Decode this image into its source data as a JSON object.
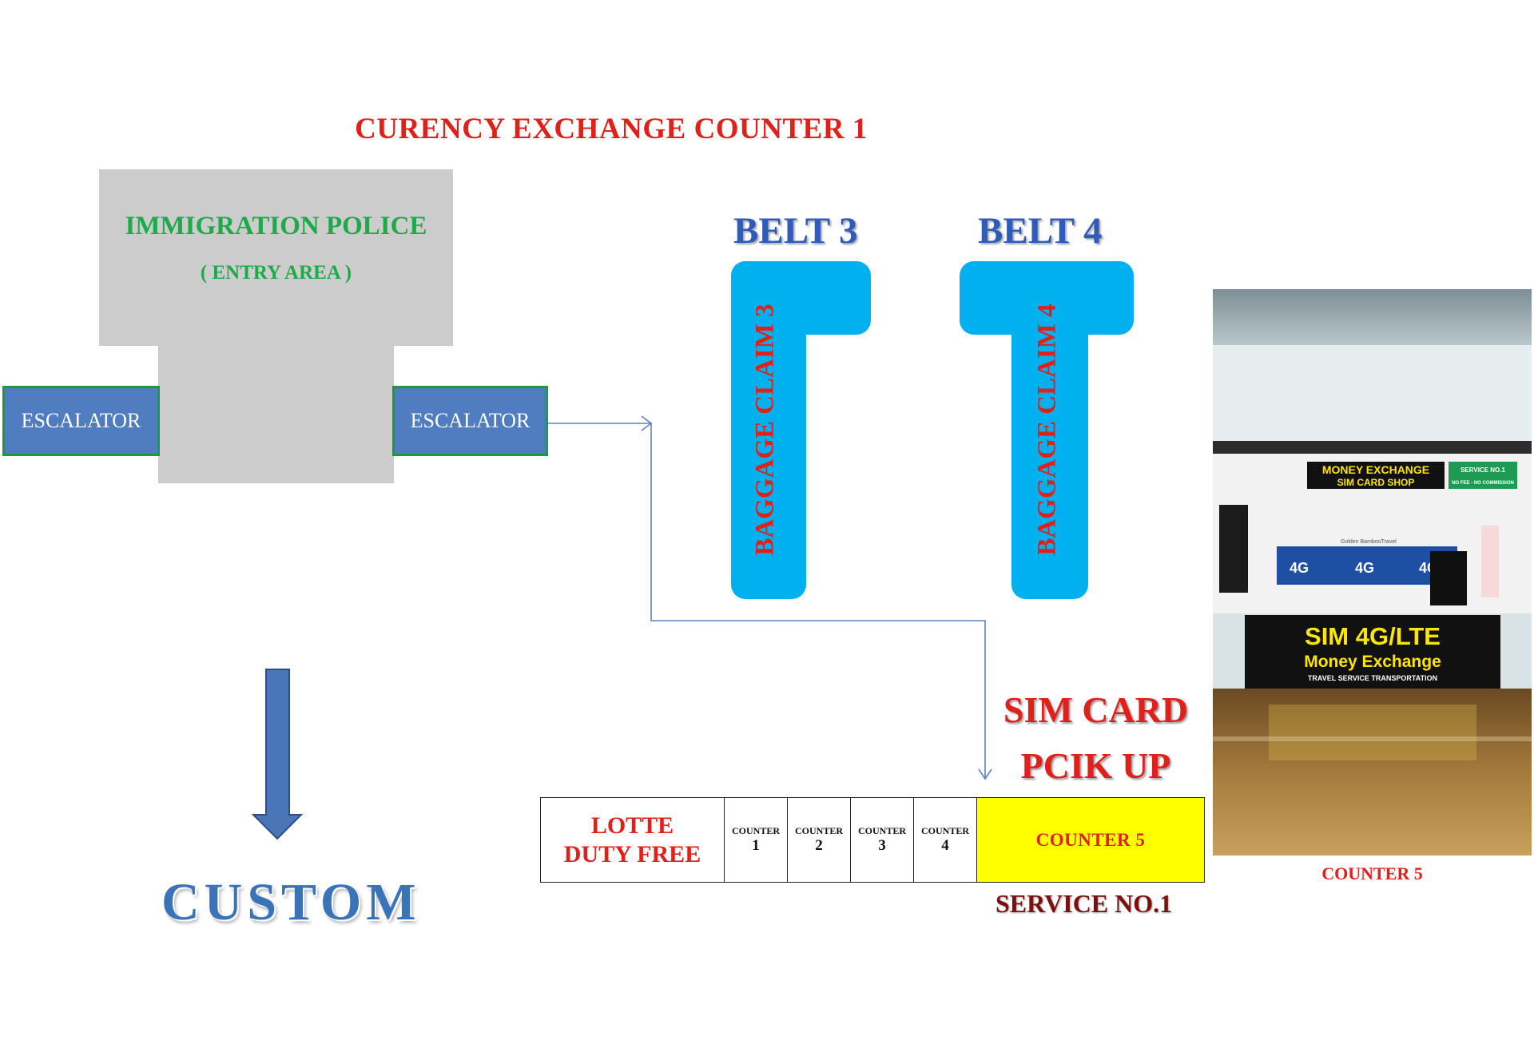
{
  "title": "CURENCY EXCHANGE COUNTER 1",
  "immigration": {
    "title": "IMMIGRATION POLICE",
    "subtitle": "( ENTRY AREA )"
  },
  "escalators": {
    "left": "ESCALATOR",
    "right": "ESCALATOR"
  },
  "belts": [
    {
      "label": "BELT 3",
      "claim": "BAGGAGE CLAIM 3"
    },
    {
      "label": "BELT 4",
      "claim": "BAGGAGE CLAIM 4"
    }
  ],
  "sim_pickup": {
    "line1": "SIM CARD",
    "line2": "PCIK UP"
  },
  "counters": {
    "lotte_line1": "LOTTE",
    "lotte_line2": "DUTY FREE",
    "items": [
      {
        "label": "COUNTER",
        "number": "1"
      },
      {
        "label": "COUNTER",
        "number": "2"
      },
      {
        "label": "COUNTER",
        "number": "3"
      },
      {
        "label": "COUNTER",
        "number": "4"
      }
    ],
    "counter5": "COUNTER  5"
  },
  "service": "SERVICE NO.1",
  "custom": "CUSTOM",
  "photo": {
    "caption": "COUNTER 5",
    "sign_main": "MONEY EXCHANGE",
    "sign_sub": "SIM CARD SHOP",
    "sign_service": "SERVICE NO.1",
    "sign_nofee": "NO FEE - NO COMMISSION",
    "brand": "Golden BambooTravel",
    "desk_line1": "SIM 4G/LTE",
    "desk_line2": "Money Exchange",
    "desk_line3": "TRAVEL SERVICE TRANSPORTATION",
    "screen_labels": [
      "4G",
      "4G",
      "4G"
    ]
  },
  "colors": {
    "red": "#e0201b",
    "green": "#1daa4a",
    "belt_blue": "#00b0ef",
    "escalator_blue": "#4f7dc0",
    "arrow_blue": "#4a76b8",
    "counter5_yellow": "#ffff00"
  }
}
